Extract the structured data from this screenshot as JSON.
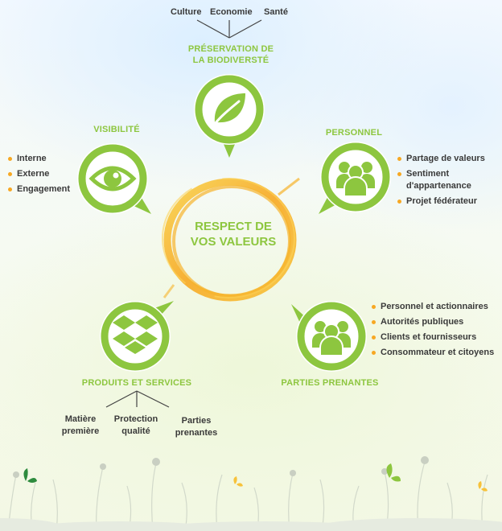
{
  "top_branch": {
    "words": [
      "Culture",
      "Economie",
      "Santé"
    ]
  },
  "nodes": {
    "biodiversite": {
      "title_line1": "PRÉSERVATION DE",
      "title_line2": "LA BIODIVERSTÉ",
      "icon": "leaf-icon"
    },
    "visibilite": {
      "title": "VISIBILITÉ",
      "icon": "eye-icon",
      "bullets": [
        "Interne",
        "Externe",
        "Engagement"
      ]
    },
    "personnel": {
      "title": "PERSONNEL",
      "icon": "people-group-icon",
      "bullets": [
        "Partage de valeurs",
        "Sentiment",
        "d'appartenance",
        "Projet fédérateur"
      ]
    },
    "produits": {
      "title": "PRODUITS ET SERVICES",
      "icon": "dropbox-icon",
      "sub_items": [
        "Matière",
        "première",
        "Protection",
        "qualité",
        "Parties",
        "prenantes"
      ]
    },
    "parties": {
      "title": "PARTIES PRENANTES",
      "icon": "people-group-icon",
      "bullets": [
        "Personnel et actionnaires",
        "Autorités publiques",
        "Clients et fournisseurs",
        "Consommateur et citoyens"
      ]
    }
  },
  "center": {
    "line1": "RESPECT DE",
    "line2": "VOS VALEURS"
  },
  "colors": {
    "green": "#8dc63f",
    "orange": "#f7a823",
    "text": "#3a3a3a"
  }
}
